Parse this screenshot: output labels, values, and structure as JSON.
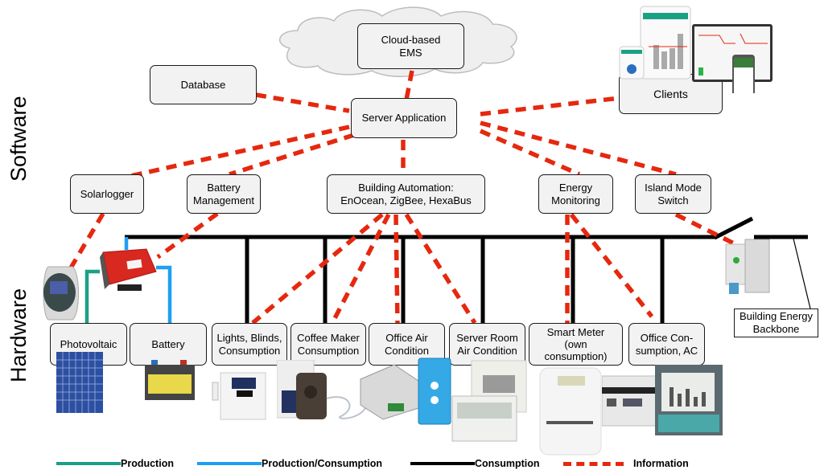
{
  "side_labels": {
    "software": "Software",
    "hardware": "Hardware"
  },
  "software": {
    "cloud_ems": "Cloud-based\nEMS",
    "database": "Database",
    "server_app": "Server Application",
    "clients": "Clients",
    "solarlogger": "Solarlogger",
    "battery_mgmt": "Battery\nManagement",
    "building_automation": "Building Automation:\nEnOcean, ZigBee, HexaBus",
    "energy_monitoring": "Energy\nMonitoring",
    "island_switch": "Island Mode\nSwitch"
  },
  "hardware": {
    "photovoltaic": "Photovoltaic",
    "battery": "Battery",
    "lights": "Lights, Blinds,\nConsumption",
    "coffee": "Coffee Maker\nConsumption",
    "office_ac": "Office Air\nCondition",
    "server_ac": "Server Room\nAir Condition",
    "smart_meter": "Smart Meter\n(own\nconsumption)",
    "office_consumption": "Office Con-\nsumption, AC",
    "backbone": "Building Energy\nBackbone"
  },
  "legend": {
    "production": "Production",
    "prod_cons": "Production/Consumption",
    "consumption": "Consumption",
    "information": "Information"
  },
  "colors": {
    "production": "#1aa085",
    "prod_cons": "#1e9ff2",
    "consumption": "#000000",
    "information": "#e5280e"
  }
}
